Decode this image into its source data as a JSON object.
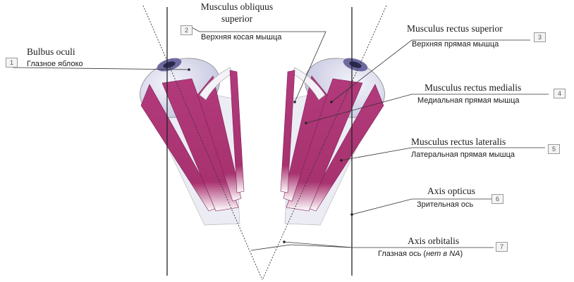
{
  "labels": [
    {
      "n": "1",
      "latin": "Bulbus oculi",
      "russian": "Глазное яблоко"
    },
    {
      "n": "2",
      "latin_line1": "Musculus obliquus",
      "latin_line2": "superior",
      "russian": "Верхняя косая мышца"
    },
    {
      "n": "3",
      "latin": "Musculus rectus superior",
      "russian": "Верхняя прямая мышца"
    },
    {
      "n": "4",
      "latin": "Musculus rectus medialis",
      "russian": "Медиальная прямая мышца"
    },
    {
      "n": "5",
      "latin": "Musculus rectus lateralis",
      "russian": "Латеральная прямая мышца"
    },
    {
      "n": "6",
      "latin": "Axis opticus",
      "russian": "Зрительная ось"
    },
    {
      "n": "7",
      "latin": "Axis orbitalis",
      "russian_prefix": "Глазная ось (",
      "russian_italic": "нет в NA",
      "russian_suffix": ")"
    }
  ],
  "colors": {
    "muscle": "#b23a7c",
    "muscle_dark": "#7d1f55",
    "eyeball": "#dcdcf0",
    "iris": "#6d6aa0",
    "line": "#222222"
  }
}
